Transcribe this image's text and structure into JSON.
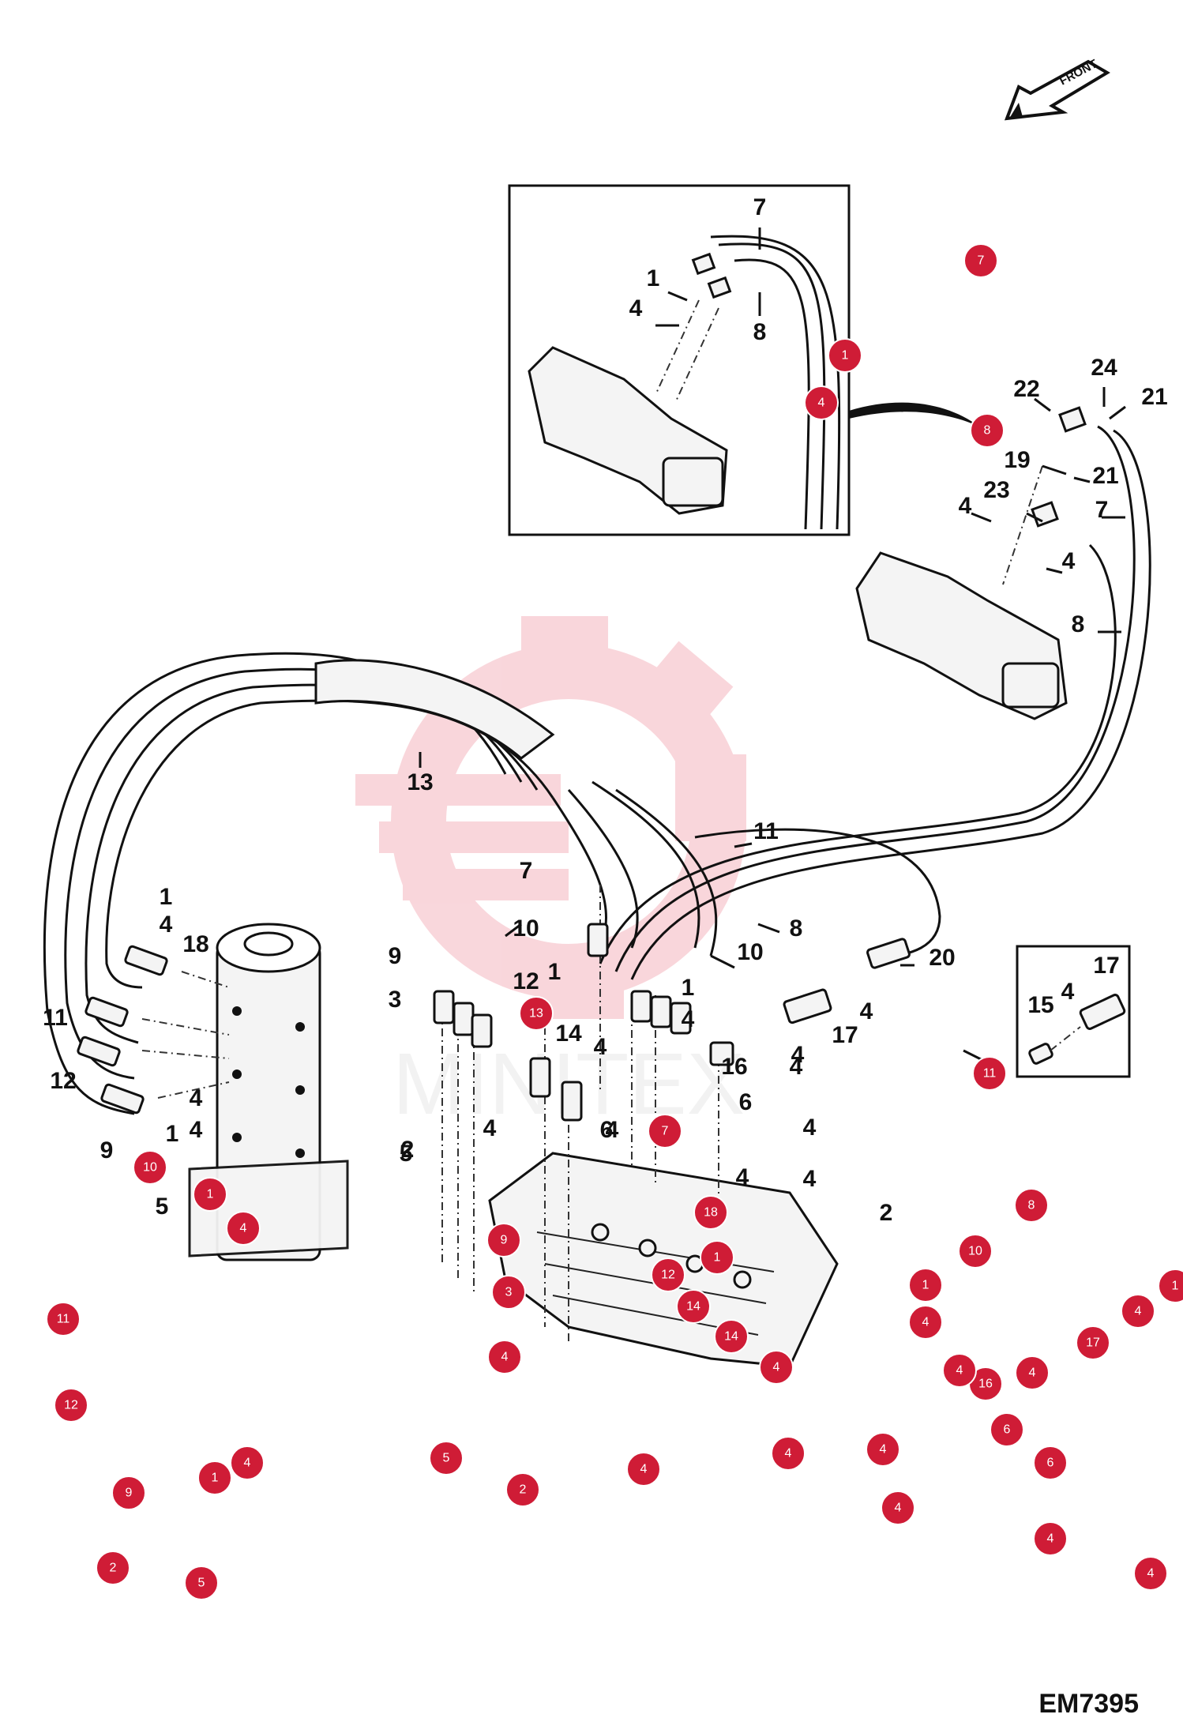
{
  "diagram_code": "EM7395",
  "front_label": "FRONT",
  "watermark_text": "MINITEX",
  "accent_color": "#cf1c36",
  "part_callouts": [
    "7",
    "1",
    "8",
    "4",
    "22",
    "24",
    "21",
    "19",
    "21",
    "23",
    "7",
    "4",
    "4",
    "8",
    "13",
    "11",
    "7",
    "8",
    "10",
    "1",
    "4",
    "18",
    "10",
    "20",
    "9",
    "12",
    "1",
    "3",
    "11",
    "1",
    "4",
    "17",
    "15",
    "4",
    "17",
    "4",
    "12",
    "14",
    "4",
    "4",
    "16",
    "4",
    "4",
    "9",
    "1",
    "4",
    "5",
    "4",
    "2",
    "6",
    "6",
    "4",
    "4",
    "4",
    "2",
    "5",
    "4"
  ],
  "hotspots": [
    "7",
    "1",
    "4",
    "8",
    "11",
    "13",
    "7",
    "10",
    "1",
    "4",
    "18",
    "9",
    "1",
    "12",
    "3",
    "14",
    "14",
    "4",
    "8",
    "10",
    "1",
    "4",
    "17",
    "4",
    "1",
    "16",
    "4",
    "6",
    "6",
    "4",
    "4",
    "4",
    "4",
    "4",
    "11",
    "12",
    "1",
    "4",
    "9",
    "5",
    "2",
    "2",
    "5",
    "4",
    "4",
    "4"
  ]
}
